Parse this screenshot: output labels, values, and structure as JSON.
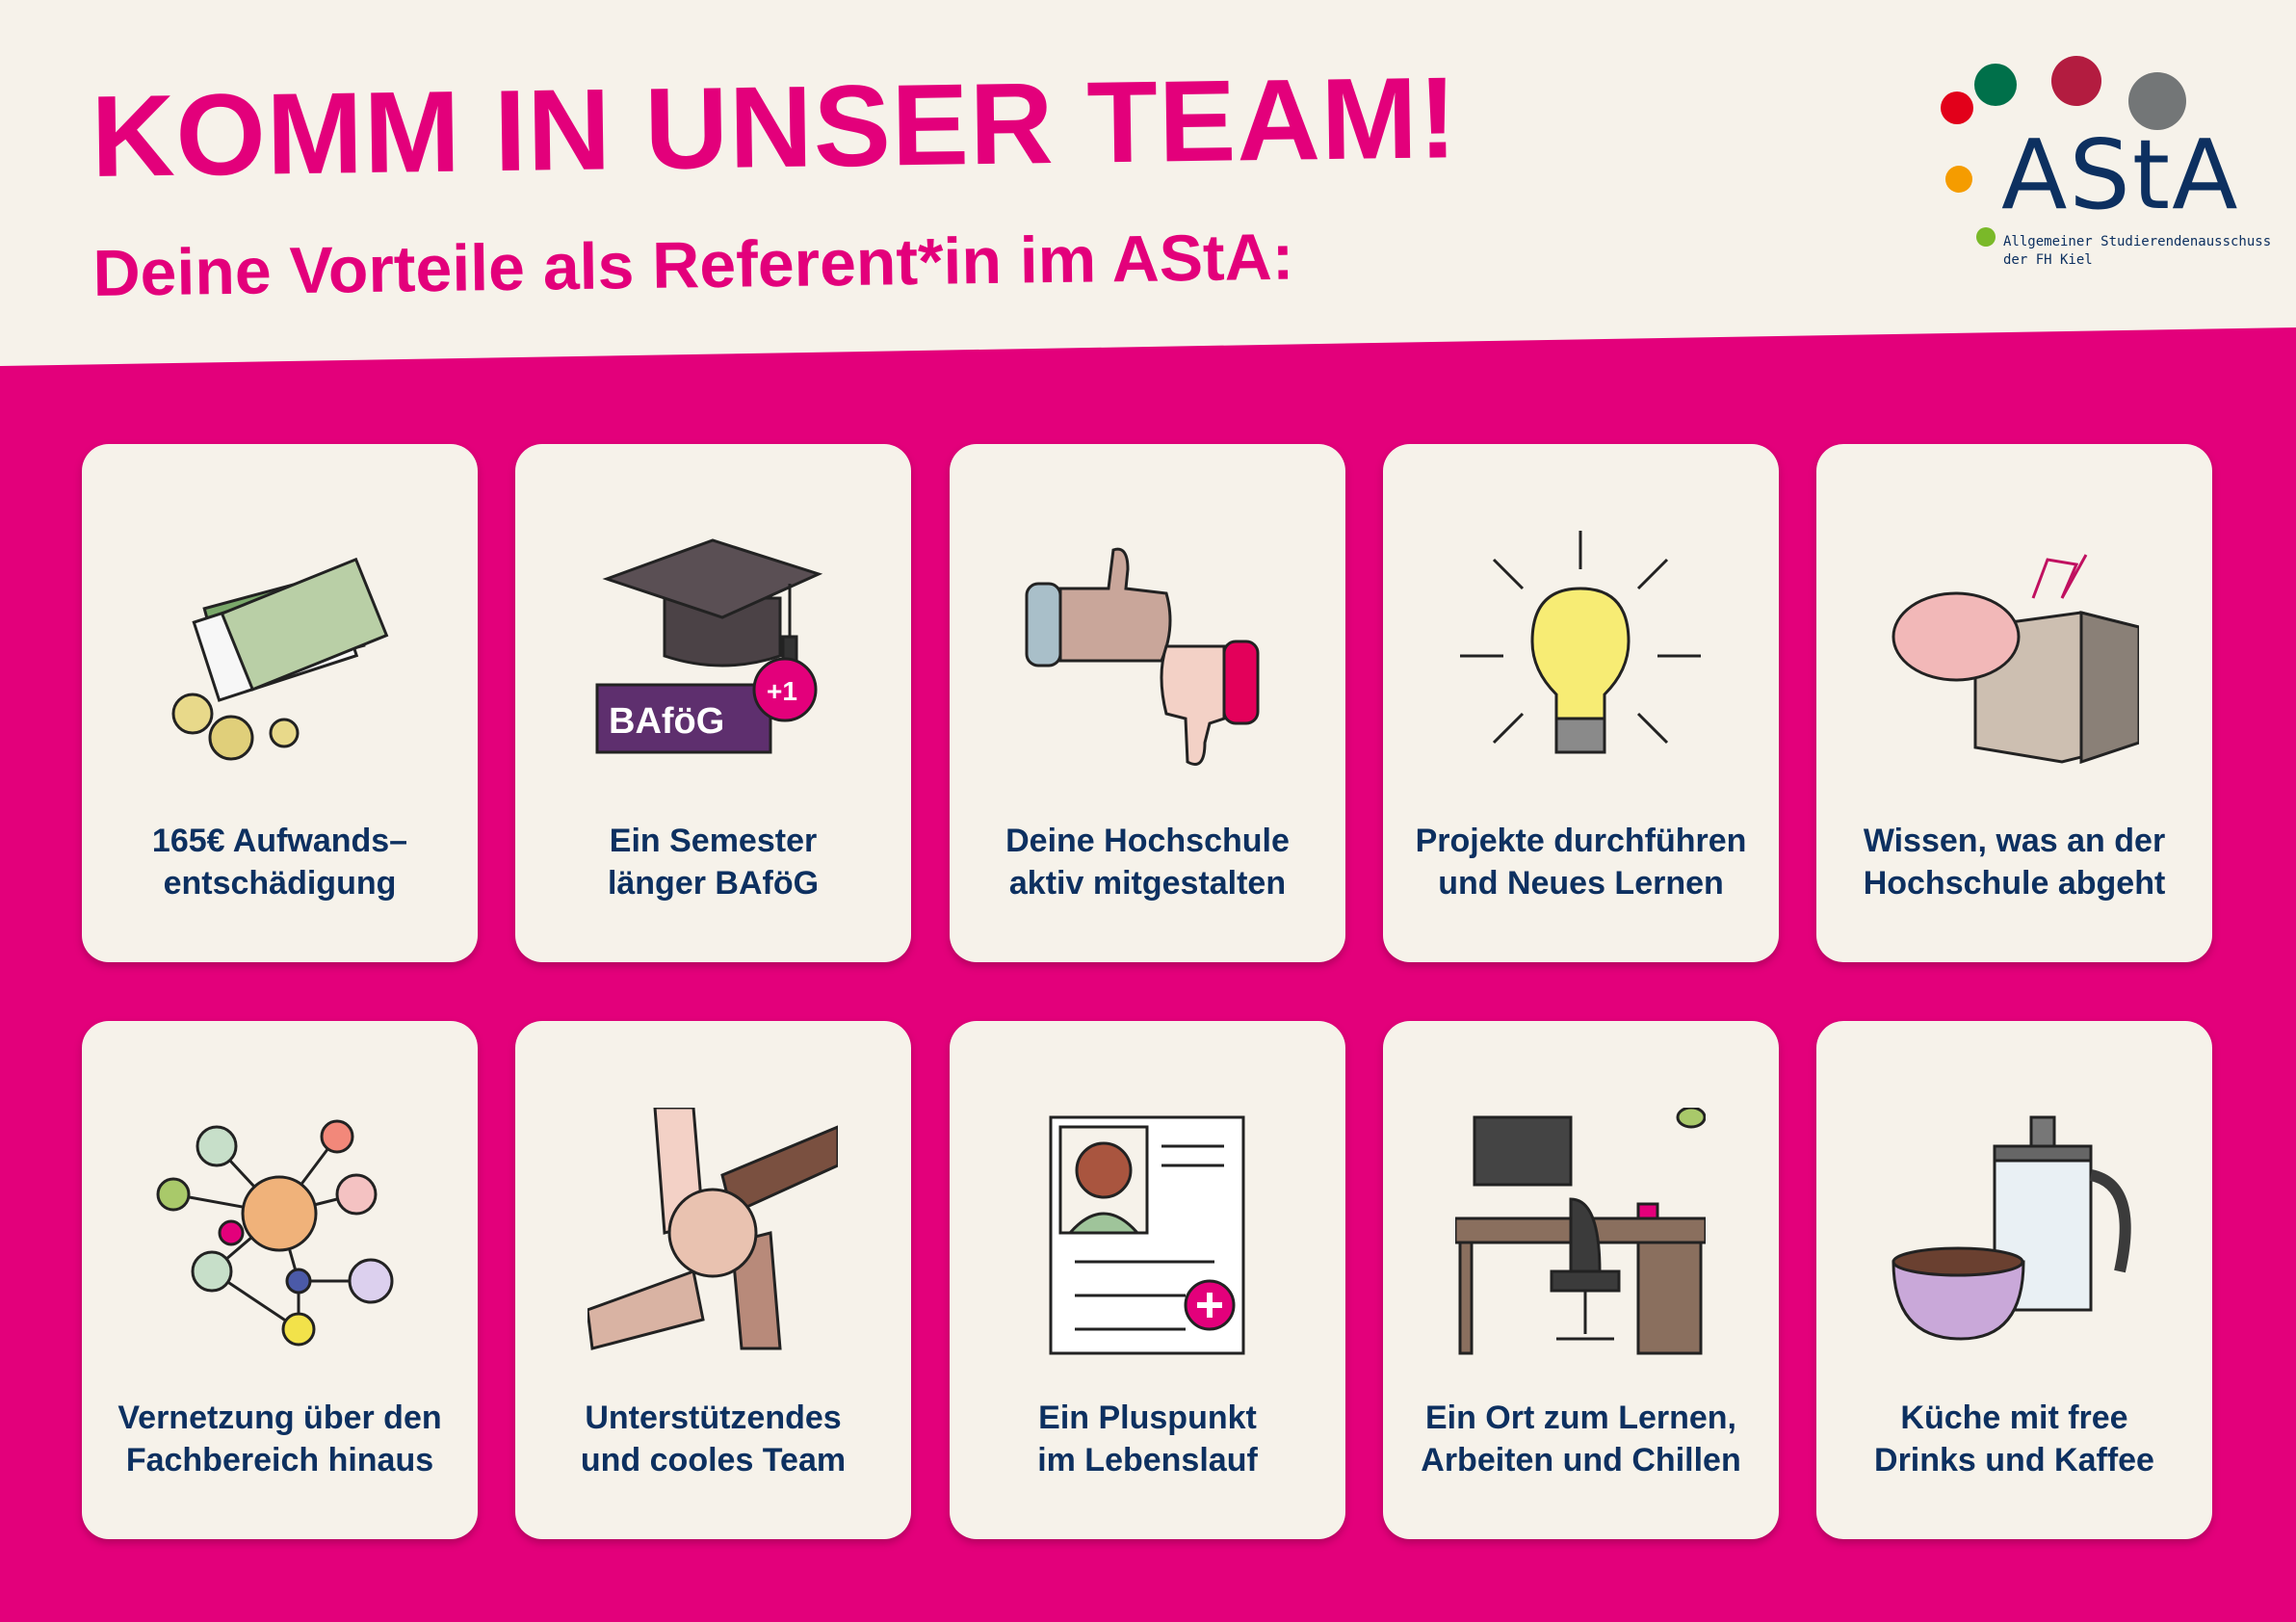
{
  "header": {
    "title": "Komm in unser Team!",
    "subtitle": "Deine Vorteile als Referent*in im AStA:"
  },
  "logo": {
    "name": "AStA",
    "subtitle_line1": "Allgemeiner Studierendenausschuss",
    "subtitle_line2": "der FH Kiel",
    "colors": [
      "#e2001a",
      "#00704a",
      "#b31c40",
      "#737677",
      "#f59c00",
      "#7ab929"
    ]
  },
  "colors": {
    "accent": "#e3007b",
    "card": "#f6f2ea",
    "text": "#0d3060"
  },
  "cards": [
    {
      "line1": "165€ Aufwands–",
      "line2": "entschädigung",
      "icon": "money-icon"
    },
    {
      "line1": "Ein Semester",
      "line2": "länger BAföG",
      "icon": "graduation-cap-icon",
      "badge": "BAföG",
      "badge_plus": "+1"
    },
    {
      "line1": "Deine Hochschule",
      "line2": "aktiv mitgestalten",
      "icon": "thumbs-icon"
    },
    {
      "line1": "Projekte durchführen",
      "line2": "und Neues Lernen",
      "icon": "lightbulb-icon"
    },
    {
      "line1": "Wissen, was an der",
      "line2": "Hochschule abgeht",
      "icon": "brain-building-icon"
    },
    {
      "line1": "Vernetzung über den",
      "line2": "Fachbereich hinaus",
      "icon": "network-icon"
    },
    {
      "line1": "Unterstützendes",
      "line2": "und cooles Team",
      "icon": "hands-icon"
    },
    {
      "line1": "Ein Pluspunkt",
      "line2": "im Lebenslauf",
      "icon": "cv-icon"
    },
    {
      "line1": "Ein Ort zum Lernen,",
      "line2": "Arbeiten und Chillen",
      "icon": "desk-icon"
    },
    {
      "line1": "Küche mit free",
      "line2": "Drinks und Kaffee",
      "icon": "coffee-icon"
    }
  ]
}
